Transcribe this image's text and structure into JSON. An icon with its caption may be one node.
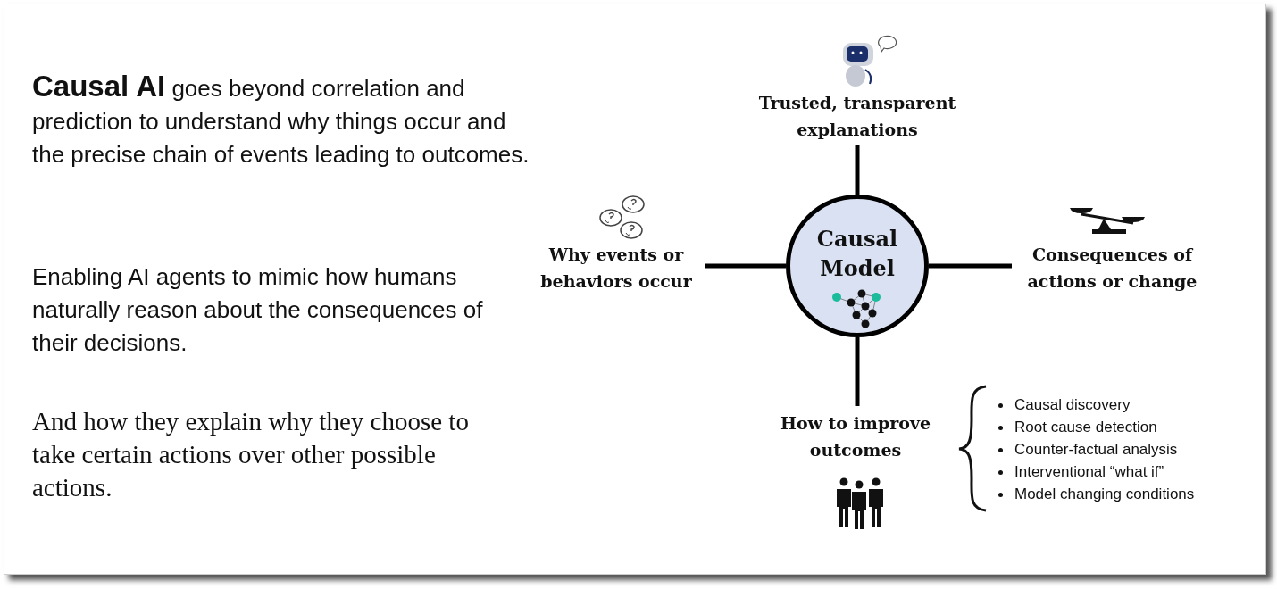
{
  "diagram": {
    "nodes": [
      {
        "text": [
          "Causal Model"
        ]
      },
      {
        "text": [
          "Trusted, transparent explanations"
        ]
      },
      {
        "text": [
          "Why events or behaviors occur"
        ]
      },
      {
        "text": [
          "Consequences of actions or change"
        ]
      },
      {
        "text": [
          "How to improve outcomes"
        ]
      }
    ],
    "edges": [
      {
        "from": 0,
        "to": 1,
        "arrow": "none"
      },
      {
        "from": 0,
        "to": 2,
        "arrow": "none"
      },
      {
        "from": 0,
        "to": 3,
        "arrow": "none"
      },
      {
        "from": 0,
        "to": 4,
        "arrow": "none"
      }
    ],
    "labels": [
      "**Causal AI** goes beyond correlation and prediction to understand why things occur and the precise chain of events leading to outcomes.",
      "Enabling AI agents to mimic how humans naturally reason about the consequences of their decisions.",
      "And how they explain why they choose to take certain actions over other possible actions.",
      "Causal discovery",
      "Root cause detection",
      "Counter-factual analysis",
      "Interventional “what if”",
      "Model changing conditions"
    ]
  }
}
